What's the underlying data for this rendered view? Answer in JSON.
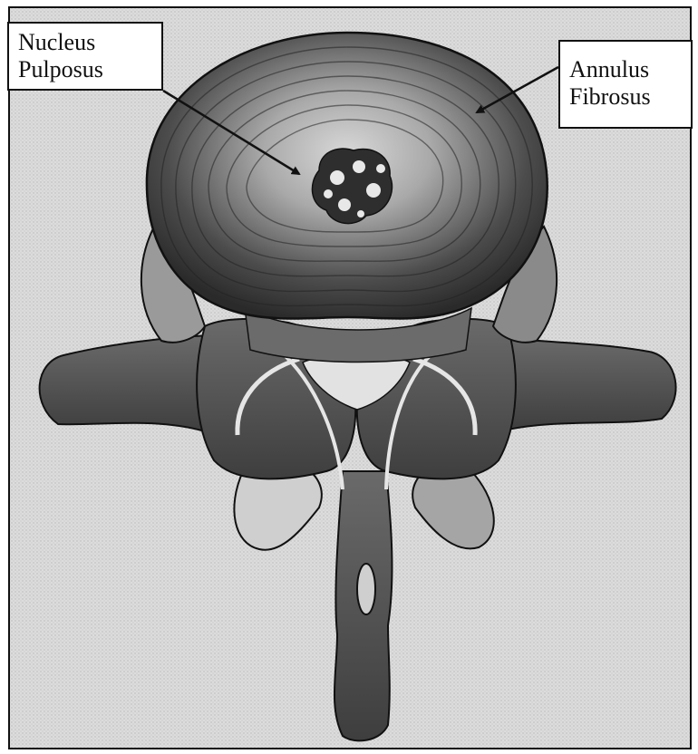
{
  "labels": {
    "nucleus_pulposus": {
      "line1": "Nucleus",
      "line2": "Pulposus"
    },
    "annulus_fibrosus": {
      "line1": "Annulus",
      "line2": "Fibrosus"
    }
  },
  "colors": {
    "background": "#ffffff",
    "stipple_background": "#d9d9d9",
    "outline": "#111111",
    "annulus_dark": "#3a3a3a",
    "annulus_light": "#c8c8c8",
    "bone": "#5a5a5a",
    "bone_light": "#bdbdbd"
  },
  "icons": {
    "arrow": "straight-arrow-with-filled-head"
  }
}
